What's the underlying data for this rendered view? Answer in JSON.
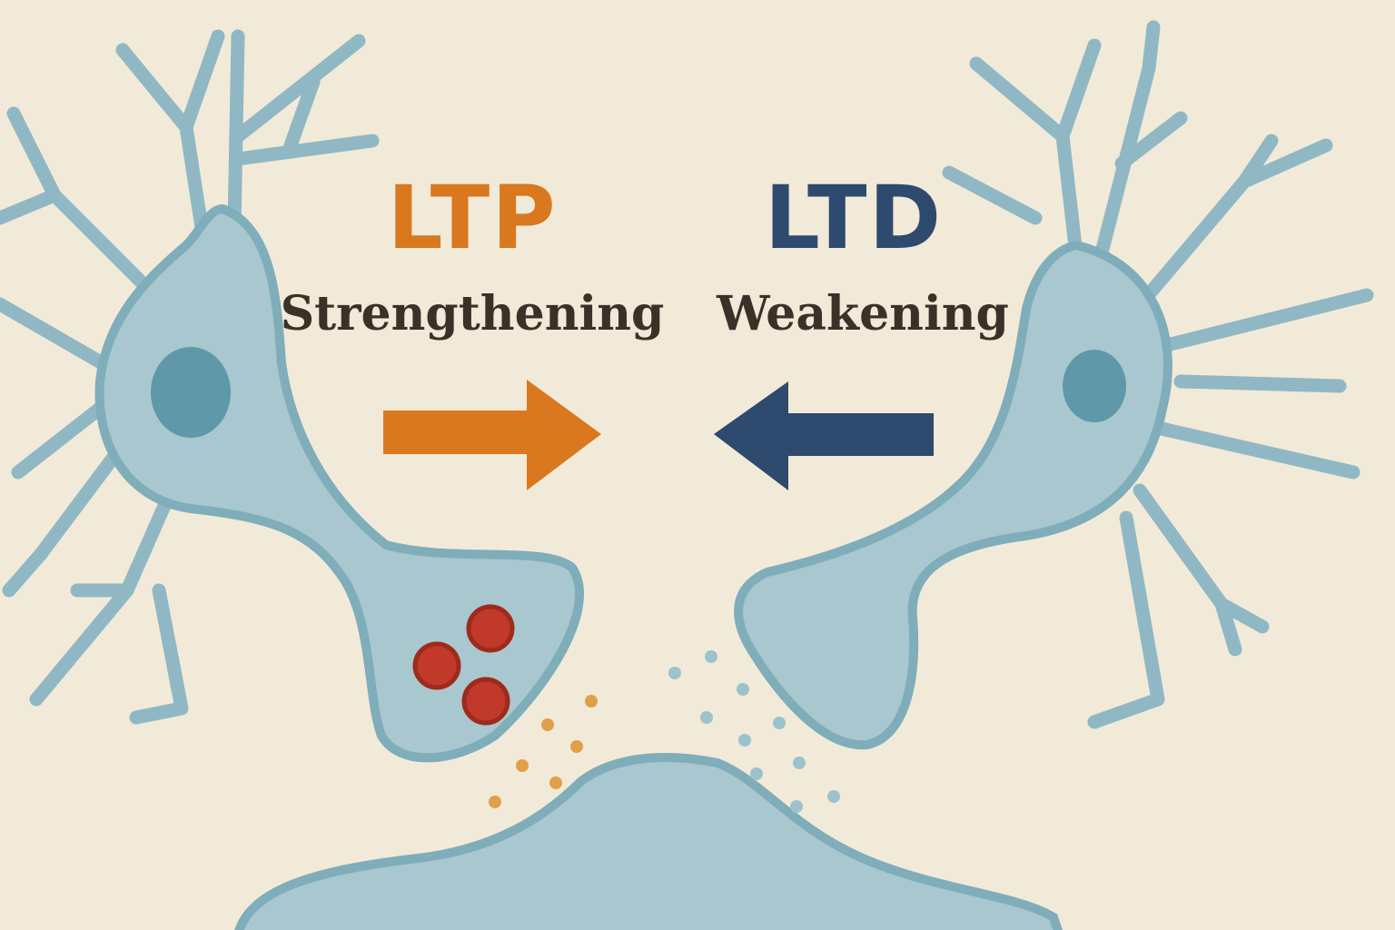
{
  "colors": {
    "background": "#f2ead8",
    "neuron_fill": "#a9c7cf",
    "neuron_outline": "#7fadba",
    "nucleus": "#5f98a8",
    "ltp": "#d9781f",
    "ltd": "#2e4a6e",
    "text_dark": "#3a3128",
    "vesicle": "#c0392b",
    "transmitter_orange": "#e0a04a",
    "transmitter_blue": "#9cc2cc"
  },
  "ltp": {
    "abbr": "LTP",
    "label": "Strengthening",
    "arrow_icon": "arrow-right-icon"
  },
  "ltd": {
    "abbr": "LTD",
    "label": "Weakening",
    "arrow_icon": "arrow-left-icon"
  }
}
